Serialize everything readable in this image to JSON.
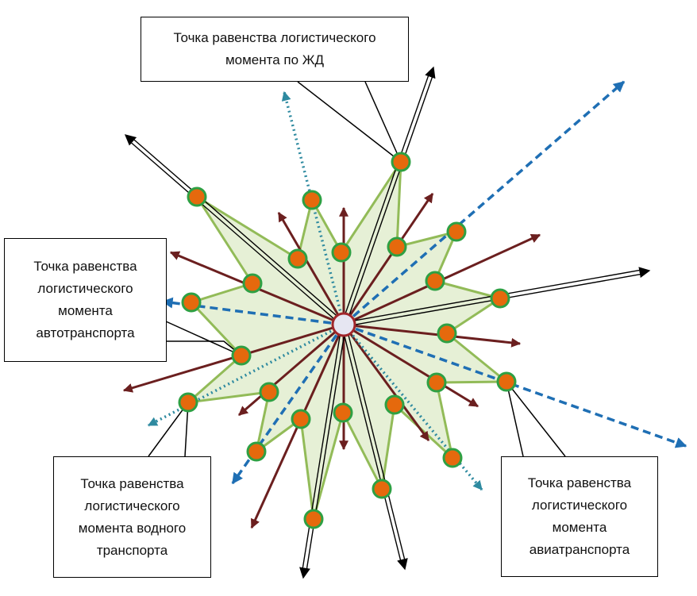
{
  "callouts": {
    "railway": "Точка равенства логистического момента по ЖД",
    "road": "Точка равенства логистического момента автотранспорта",
    "water": "Точка равенства логистического момента водного транспорта",
    "air": "Точка равенства логистического момента авиатранспорта"
  },
  "colors": {
    "polygon_fill": "#e6f0d6",
    "polygon_stroke": "#92bb58",
    "node_fill": "#e5690d",
    "node_stroke": "#2ea043",
    "center_fill": "#e6e6f2",
    "center_stroke": "#a1262b",
    "road_arrow": "#6b1f1f",
    "rail_arrow": "#000000",
    "water_arrow": "#1f6fb4",
    "air_arrow": "#2e8aa0"
  },
  "icons": {
    "center": "origin-node-icon",
    "node": "equality-point-icon",
    "arrow": "arrowhead-icon"
  }
}
